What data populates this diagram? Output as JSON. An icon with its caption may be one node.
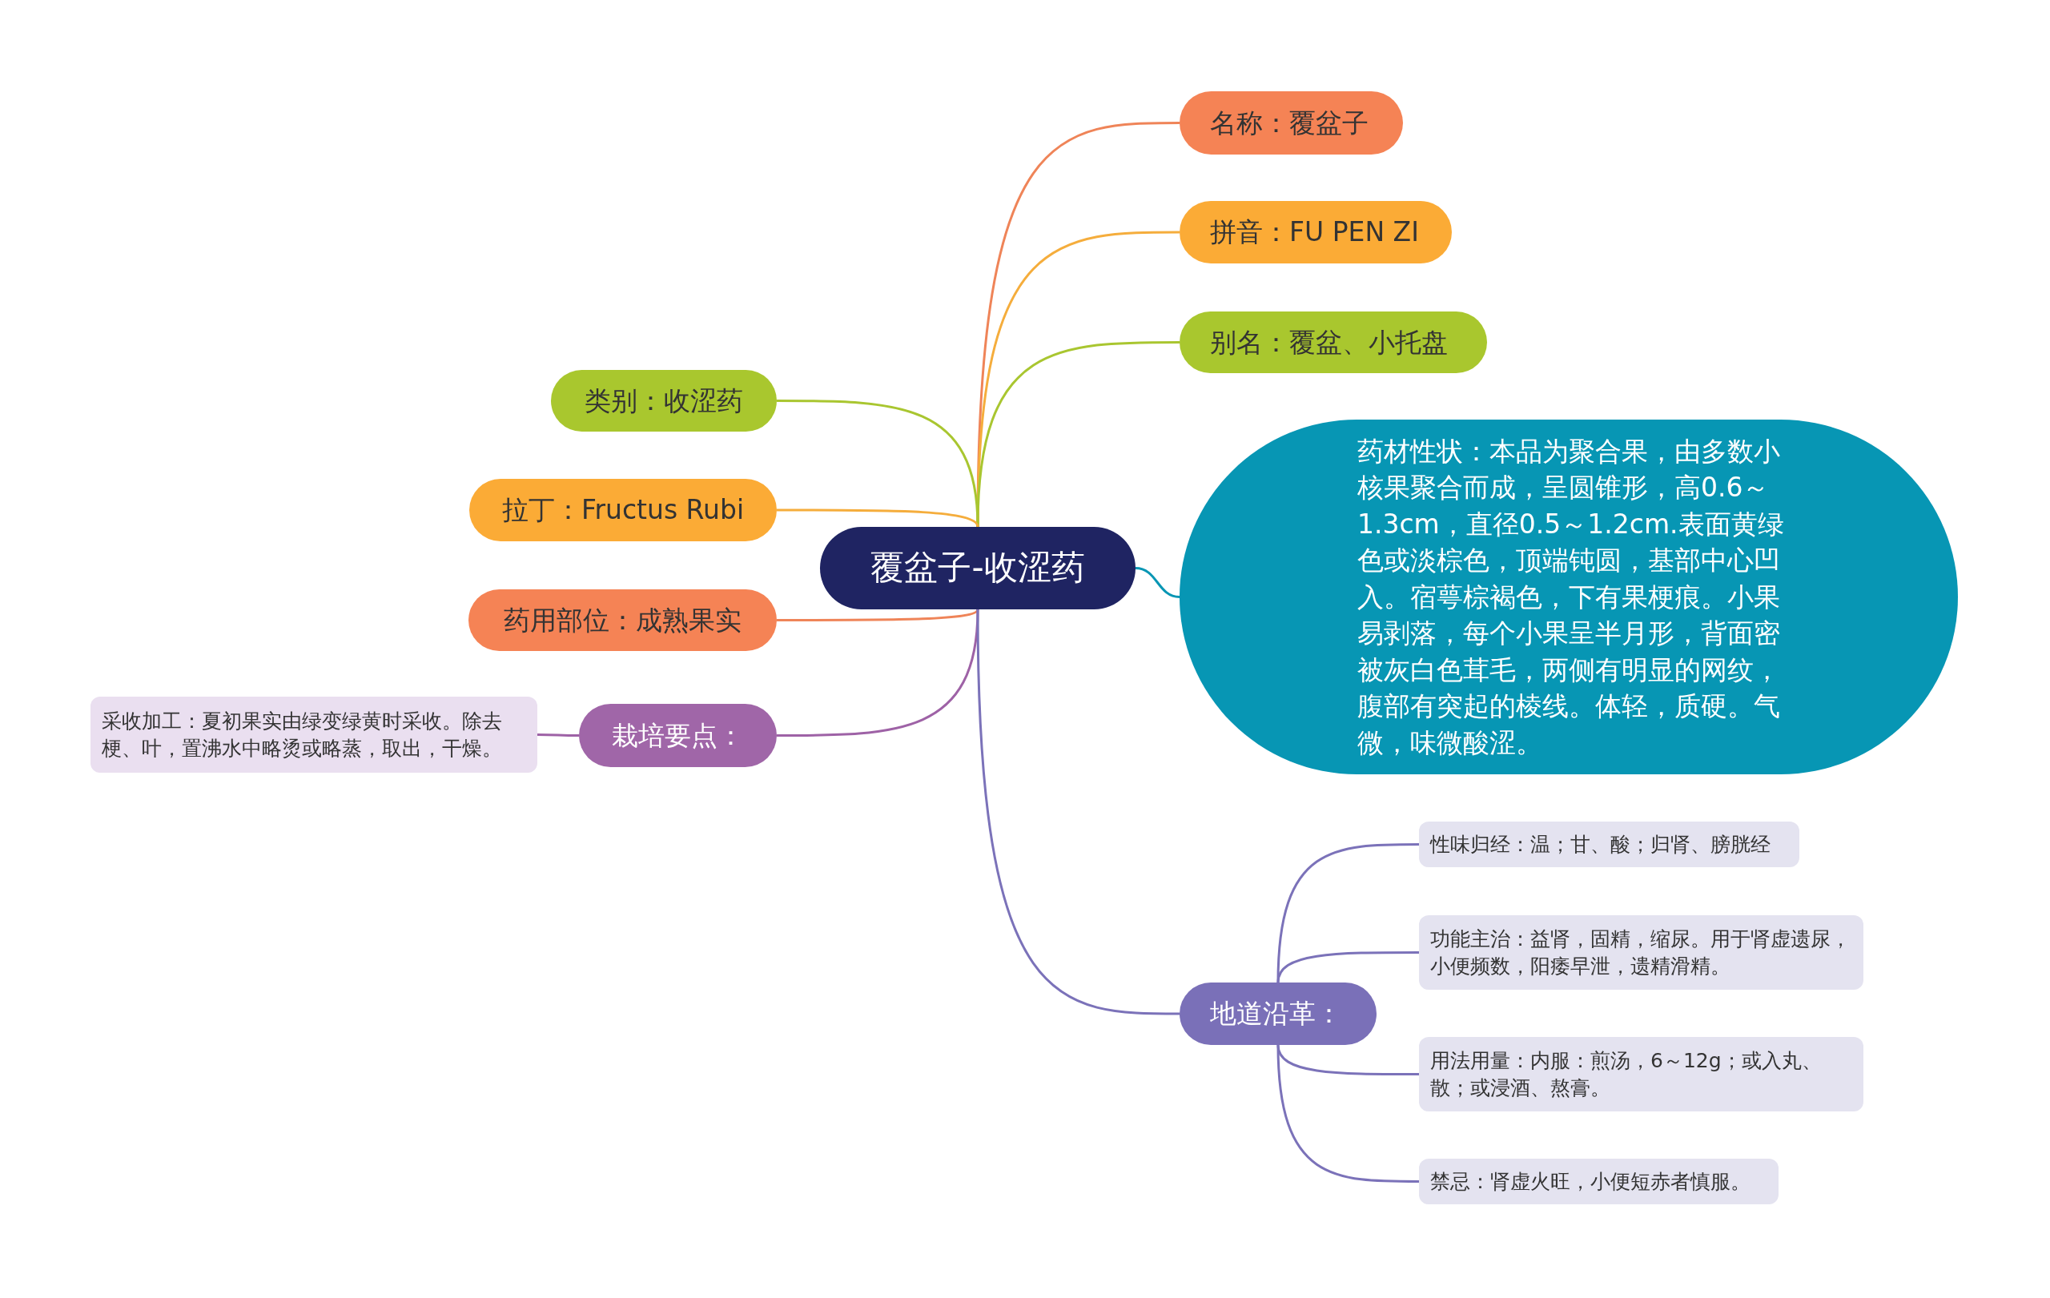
{
  "diagram": {
    "nodes": [
      {
        "text": [
          "覆盆子-收涩药"
        ]
      },
      {
        "text": [
          "名称：覆盆子"
        ]
      },
      {
        "text": [
          "拼音：FU PEN ZI"
        ]
      },
      {
        "text": [
          "别名：覆盆、小托盘"
        ]
      },
      {
        "text": [
          "药材性状：本品为聚合果，由多数小核果聚合而成，呈圆锥形，高0.6～1.3cm，直径0.5～1.2cm.表面黄绿色或淡棕色，顶端钝圆，基部中心凹入。宿萼棕褐色，下有果梗痕。小果易剥落，每个小果呈半月形，背面密被灰白色茸毛，两侧有明显的网纹，腹部有突起的棱线。体轻，质硬。气微，味微酸涩。"
        ]
      },
      {
        "text": [
          "类别：收涩药"
        ]
      },
      {
        "text": [
          "拉丁：Fructus Rubi"
        ]
      },
      {
        "text": [
          "药用部位：成熟果实"
        ]
      },
      {
        "text": [
          "栽培要点："
        ]
      },
      {
        "text": [
          "采收加工：夏初果实由绿变绿黄时采收。除去梗、叶，置沸水中略烫或略蒸，取出，干燥。"
        ]
      },
      {
        "text": [
          "地道沿革："
        ]
      },
      {
        "text": [
          "性味归经：温；甘、酸；归肾、膀胱经"
        ]
      },
      {
        "text": [
          "功能主治：益肾，固精，缩尿。用于肾虚遗尿，小便频数，阳痿早泄，遗精滑精。"
        ]
      },
      {
        "text": [
          "用法用量：内服：煎汤，6～12g；或入丸、散；或浸酒、熬膏。"
        ]
      },
      {
        "text": [
          "禁忌：肾虚火旺，小便短赤者慎服。"
        ]
      }
    ],
    "edges": [
      {
        "from": 0,
        "to": 1,
        "arrow": "none",
        "color": "#ef8458"
      },
      {
        "from": 0,
        "to": 2,
        "arrow": "none",
        "color": "#f5ad3c"
      },
      {
        "from": 0,
        "to": 3,
        "arrow": "none",
        "color": "#a9c630"
      },
      {
        "from": 0,
        "to": 4,
        "arrow": "none",
        "color": "#0796b4"
      },
      {
        "from": 0,
        "to": 5,
        "arrow": "none",
        "color": "#a9c630"
      },
      {
        "from": 0,
        "to": 6,
        "arrow": "none",
        "color": "#f5ad3c"
      },
      {
        "from": 0,
        "to": 7,
        "arrow": "none",
        "color": "#ef8458"
      },
      {
        "from": 0,
        "to": 8,
        "arrow": "none",
        "color": "#9e62a6"
      },
      {
        "from": 8,
        "to": 9,
        "arrow": "none",
        "color": "#9e62a6"
      },
      {
        "from": 0,
        "to": 10,
        "arrow": "none",
        "color": "#7b72b9"
      },
      {
        "from": 10,
        "to": 11,
        "arrow": "none",
        "color": "#7b72b9"
      },
      {
        "from": 10,
        "to": 12,
        "arrow": "none",
        "color": "#7b72b9"
      },
      {
        "from": 10,
        "to": 13,
        "arrow": "none",
        "color": "#7b72b9"
      },
      {
        "from": 10,
        "to": 14,
        "arrow": "none",
        "color": "#7b72b9"
      }
    ]
  }
}
